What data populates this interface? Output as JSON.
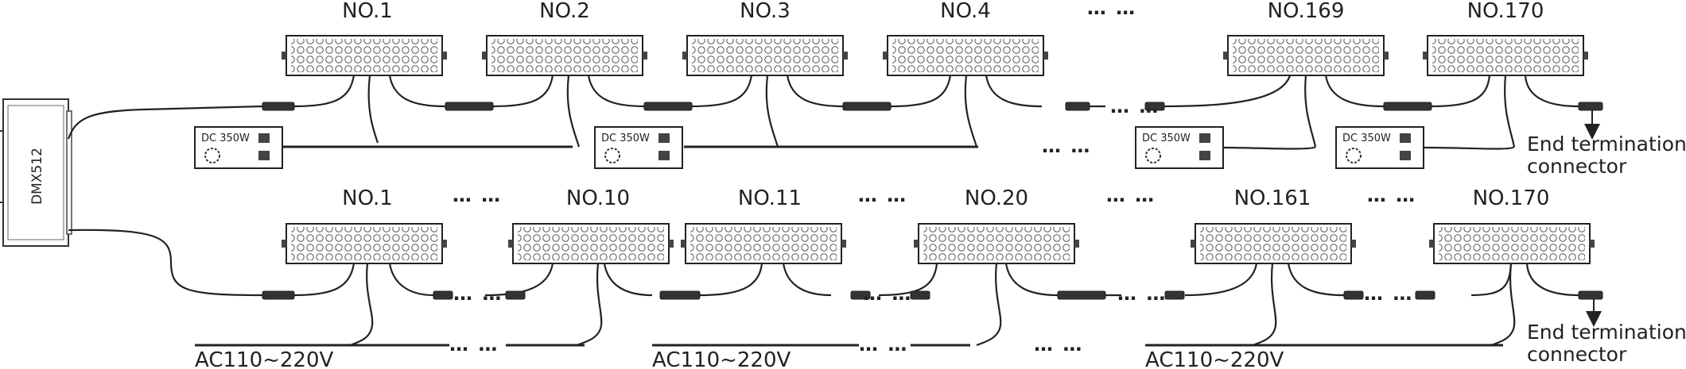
{
  "controller": {
    "label": "DMX512"
  },
  "dots": "… …",
  "top_row": {
    "labels": [
      "NO.1",
      "NO.2",
      "NO.3",
      "NO.4",
      "NO.169",
      "NO.170"
    ],
    "power_label": "DC 350W",
    "end_label_line1": "End termination",
    "end_label_line2": "connector"
  },
  "bottom_row": {
    "labels": [
      "NO.1",
      "NO.10",
      "NO.11",
      "NO.20",
      "NO.161",
      "NO.170"
    ],
    "ac_label": "AC110~220V",
    "end_label_line1": "End termination",
    "end_label_line2": "connector"
  }
}
